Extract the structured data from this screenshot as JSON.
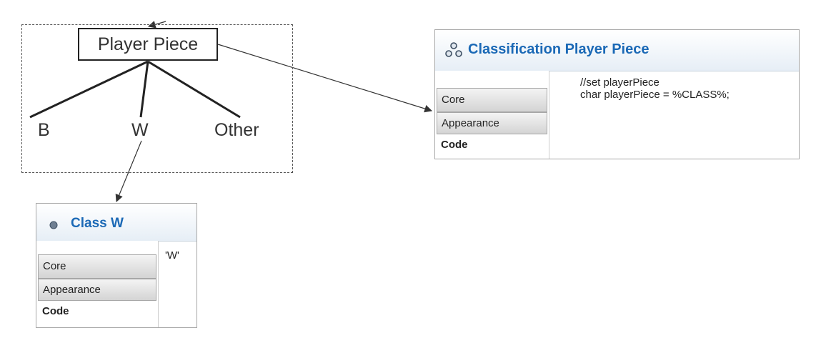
{
  "tree": {
    "root_label": "Player Piece",
    "leaves": [
      {
        "label": "B"
      },
      {
        "label": "W"
      },
      {
        "label": "Other"
      }
    ]
  },
  "classification_panel": {
    "icon": "classification-icon",
    "title": "Classification Player Piece",
    "tabs": [
      "Core",
      "Appearance",
      "Code"
    ],
    "active_tab": "Code",
    "code_lines": [
      "//set playerPiece",
      "char playerPiece = %CLASS%;"
    ]
  },
  "class_panel": {
    "icon": "class-dot-icon",
    "title": "Class W",
    "tabs": [
      "Core",
      "Appearance",
      "Code"
    ],
    "active_tab": "Code",
    "code_lines": [
      "'W'"
    ]
  },
  "colors": {
    "title_blue": "#1b69b6",
    "line": "#222222",
    "arrow": "#333333"
  }
}
